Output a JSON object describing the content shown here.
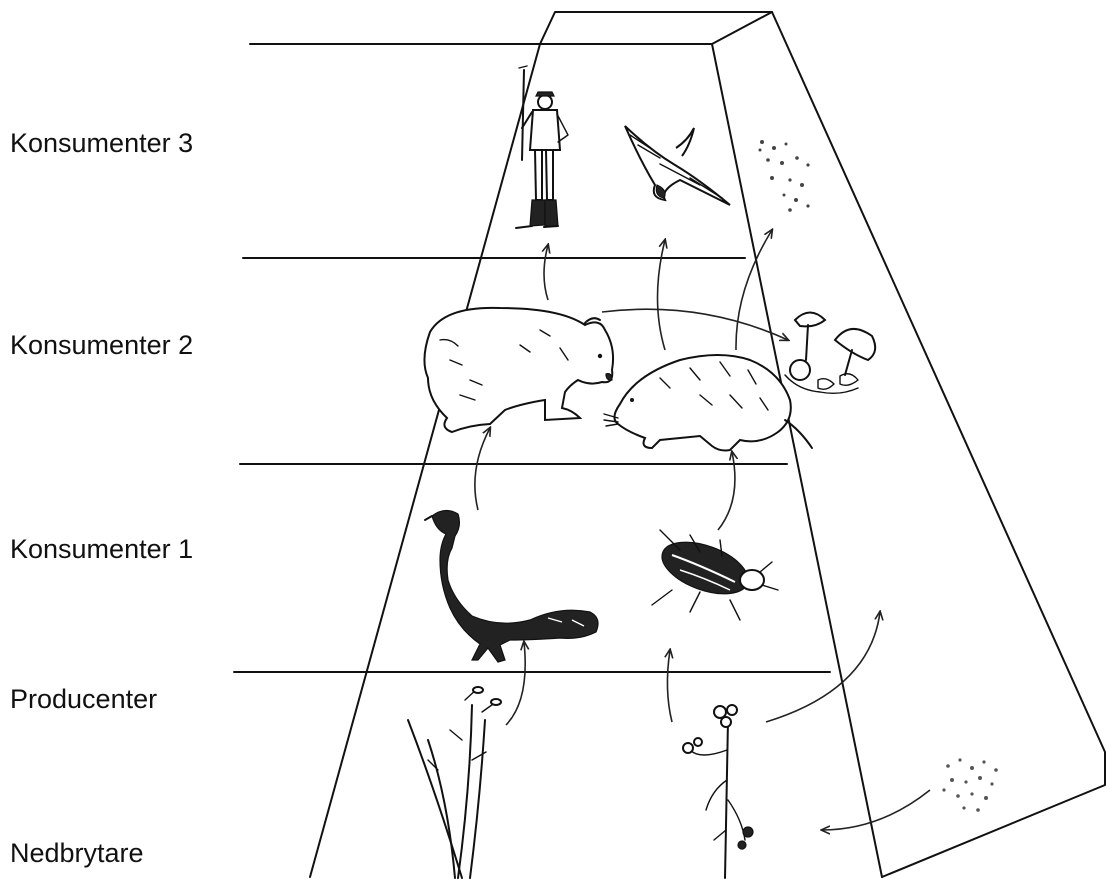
{
  "levels": [
    {
      "label": "Konsumenter 3"
    },
    {
      "label": "Konsumenter 2"
    },
    {
      "label": "Konsumenter 1"
    },
    {
      "label": "Producenter"
    },
    {
      "label": "Nedbrytare"
    }
  ]
}
